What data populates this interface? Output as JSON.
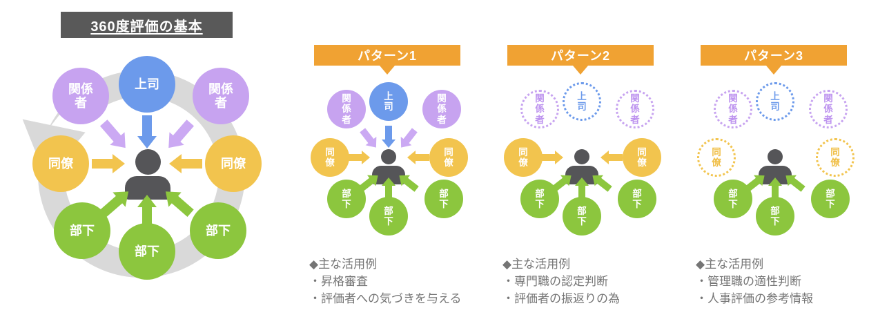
{
  "title_banner": {
    "text": "360度評価の基本"
  },
  "legend_roles": {
    "boss": "上司",
    "stakeholder": "関係者",
    "colleague": "同僚",
    "subordinate": "部下"
  },
  "colors": {
    "boss_blue": "#6C9AEB",
    "stakeholder_purple": "#C7A3F0",
    "colleague_yellow": "#F2C44E",
    "subordinate_green": "#8CC63E",
    "banner_orange": "#F0A233",
    "title_bar_gray": "#595959",
    "cycle_ring_gray": "#D9D9D9",
    "person_gray": "#555558",
    "notes_gray": "#757575"
  },
  "icons": {
    "person": "person-silhouette",
    "cycle": "circular-arrow-ring",
    "bullet": "◆"
  },
  "patterns": [
    {
      "header": "パターン1",
      "usage_title": "◆主な活用例",
      "usage_items": [
        "・昇格審査",
        "・評価者への気づきを与える"
      ]
    },
    {
      "header": "パターン2",
      "usage_title": "◆主な活用例",
      "usage_items": [
        "・専門職の認定判断",
        "・評価者の振返りの為"
      ]
    },
    {
      "header": "パターン3",
      "usage_title": "◆主な活用例",
      "usage_items": [
        "・管理職の適性判断",
        "・人事評価の参考情報"
      ]
    }
  ]
}
